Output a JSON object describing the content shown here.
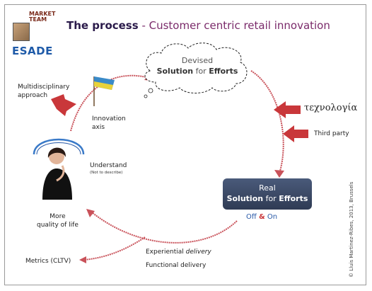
{
  "title": {
    "strong": "The process",
    "rest": " - Customer centric retail innovation"
  },
  "logo": {
    "market_team": "MARKET TEAM",
    "brand": "ESADE"
  },
  "cloud": {
    "line1": "Devised",
    "solution": "Solution",
    "for": " for ",
    "efforts": "Efforts"
  },
  "real_box": {
    "line1": "Real",
    "solution": "Solution",
    "for": " for ",
    "efforts": "Efforts"
  },
  "off_on": {
    "off": "Off ",
    "amp": "&",
    "on": " On"
  },
  "labels": {
    "multidisciplinary": "Multidisciplinary\napproach",
    "innovation_axis": "Innovation\naxis",
    "understand": "Understand",
    "not_to_describe": "(Not to describe)",
    "more_quality": "More\nquality of life",
    "metrics": "Metrics (CLTV)",
    "experiential": "Experiential",
    "delivery": " delivery",
    "functional": "Functional delivery",
    "techno": "τεχνολογία",
    "third_party": "Third party"
  },
  "copyright": "© Lluis Martinez-Ribes, 2013, Brussels",
  "colors": {
    "circle": "#c9525a",
    "arrow": "#c9373a",
    "box": "#3a4766",
    "accent": "#7a2a6a"
  }
}
